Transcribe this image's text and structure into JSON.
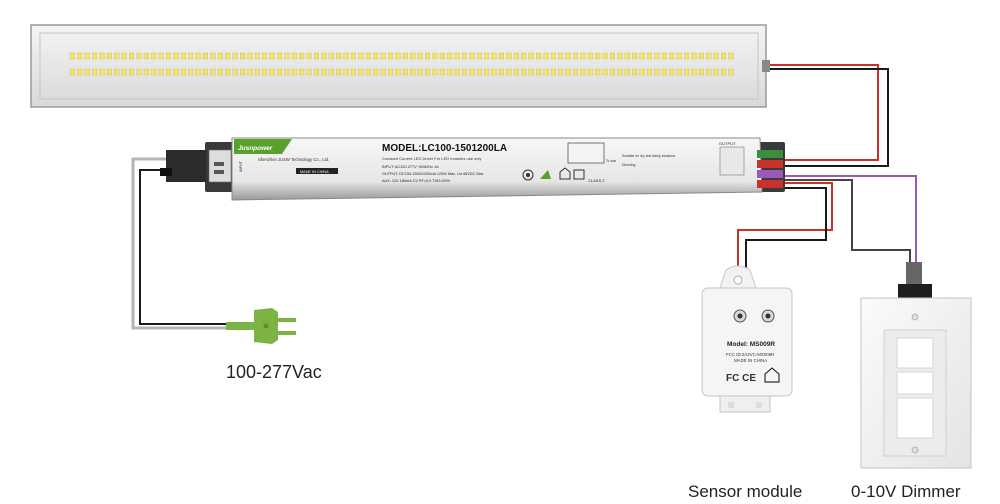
{
  "labels": {
    "plug": "100-277Vac",
    "sensor": "Sensor module",
    "dimmer": "0-10V  Dimmer"
  },
  "driver": {
    "brand": "Jusnpower",
    "model": "MODEL:LC100-1501200LA",
    "subtitle": "Constant Current LED Driver For LED modules use only",
    "company": "Shenzhen JUSW Technology Co., Ltd.",
    "made_in": "MADE IN CHINA",
    "input_line": "INPUT:   AC120-277V~50/60Hz   1A",
    "output_line": "OUTPUT:  DC150-1500/1200mA  120W Max.   Uo:48VDC Max",
    "aux_line": "AUX:  12V 180mA  CV          PF>0.9  THD<20%",
    "class": "CLASS 2",
    "input_tag": "INPUT",
    "output_tag": "OUTPUT",
    "suitable": "Suitable for dry and damp locations",
    "dimming": "Dimming",
    "tc": "Tc max"
  },
  "sensor": {
    "model": "Model: MS009R",
    "fcc": "FCC ID:2A2VC-MS009R",
    "made_in": "MADE IN CHINA",
    "marks": "FC CE"
  },
  "colors": {
    "wire_red": "#c8322a",
    "wire_black": "#1a1a1a",
    "wire_purple": "#9b59b6",
    "wire_gray": "#9a9a9a",
    "plug_green": "#7cb342",
    "led_yellow": "#f2e46a",
    "brand_green": "#5aa02c"
  }
}
